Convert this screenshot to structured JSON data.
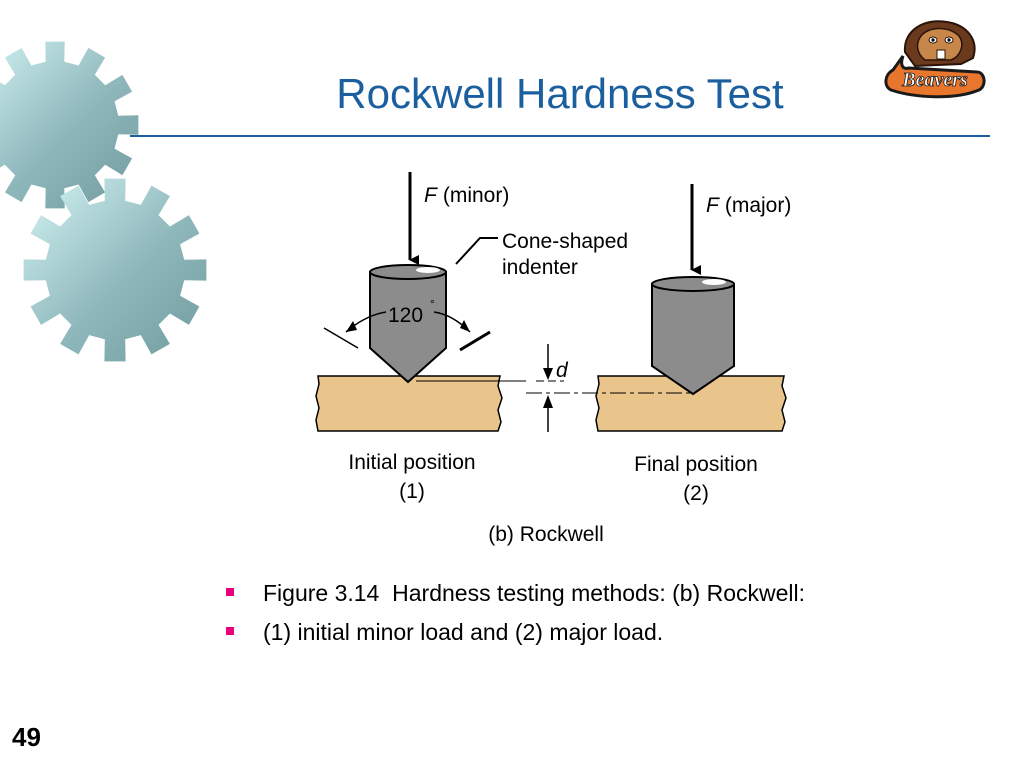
{
  "slide": {
    "title": "Rockwell Hardness Test",
    "page_number": "49"
  },
  "logo": {
    "text": "Beavers",
    "icon": "beaver-mascot-icon"
  },
  "figure": {
    "left_force": {
      "symbol": "F",
      "label": "(minor)"
    },
    "right_force": {
      "symbol": "F",
      "label": "(major)"
    },
    "indenter_label_line1": "Cone-shaped",
    "indenter_label_line2": "indenter",
    "angle_value": "120",
    "angle_unit": "°",
    "depth_symbol": "d",
    "initial_caption_line1": "Initial position",
    "initial_caption_line2": "(1)",
    "final_caption_line1": "Final position",
    "final_caption_line2": "(2)",
    "subcaption": "(b) Rockwell"
  },
  "bullets": [
    "Figure 3.14  Hardness testing methods: (b) Rockwell:",
    "(1) initial minor load and (2) major load."
  ],
  "colors": {
    "title": "#1c5f9e",
    "bullet": "#e6007e",
    "indenter": "#8c8c8c",
    "specimen": "#e9c58c"
  }
}
